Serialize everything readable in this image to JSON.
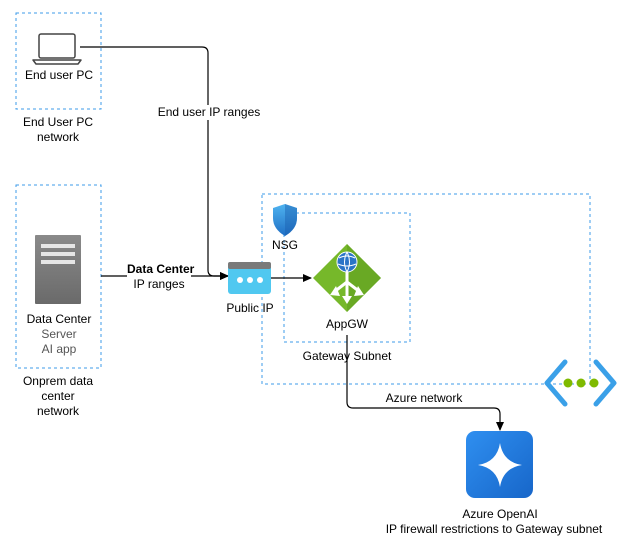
{
  "end_user": {
    "pc_label": "End user PC",
    "network_label_line1": "End User PC",
    "network_label_line2": "network",
    "icon": "laptop-icon"
  },
  "onprem": {
    "server_title": "Data Center",
    "server_sub1": "Server",
    "server_sub2": "AI app",
    "network_line1": "Onprem data",
    "network_line2": "center",
    "network_line3": "network",
    "icon": "server-icon"
  },
  "connections": {
    "end_user_ip_ranges": "End user IP ranges",
    "dc_line1": "Data Center",
    "dc_line2": "IP ranges"
  },
  "azure": {
    "public_ip_label": "Public IP",
    "nsg_label": "NSG",
    "appgw_label": "AppGW",
    "gateway_subnet_label": "Gateway Subnet",
    "azure_network_label": "Azure network",
    "openai_label": "Azure OpenAI",
    "openai_note": "IP firewall restrictions to Gateway subnet",
    "icons": [
      "public-ip-icon",
      "nsg-shield-icon",
      "appgw-icon",
      "vnet-icon",
      "openai-icon"
    ]
  },
  "colors": {
    "boundary_dash": "#3d9be9",
    "edge": "#000000",
    "appgw_green": "#76b82a",
    "openai_blue": "#1e7be0",
    "vnet_blue": "#3aa0e8",
    "vnet_green": "#7fba00"
  }
}
